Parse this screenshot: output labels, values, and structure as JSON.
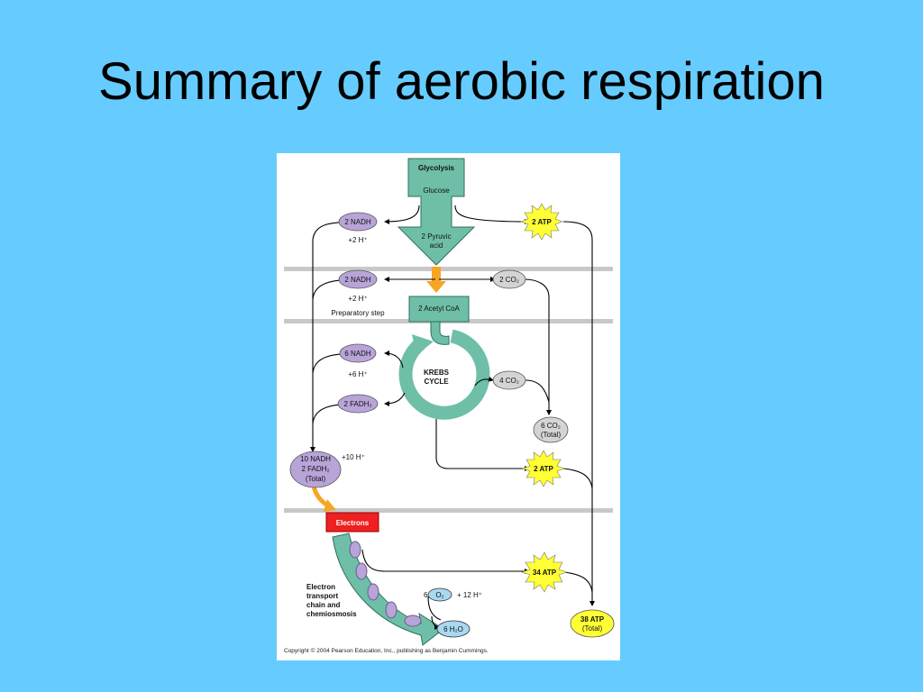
{
  "slide": {
    "title": "Summary of aerobic respiration"
  },
  "diagram": {
    "glycolysis": "Glycolysis",
    "glucose": "Glucose",
    "pyruvic_line1": "2 Pyruvic",
    "pyruvic_line2": "acid",
    "nadh_glycolysis": "2 NADH",
    "h_glycolysis": "+2 H⁺",
    "atp_glycolysis": "2 ATP",
    "nadh_prep": "2 NADH",
    "h_prep": "+2 H⁺",
    "prep_step": "Preparatory step",
    "co2_prep": "2 CO₂",
    "acetyl_coa": "2 Acetyl CoA",
    "nadh_krebs": "6 NADH",
    "h_krebs": "+6 H⁺",
    "fadh_krebs": "2 FADH₂",
    "krebs_line1": "KREBS",
    "krebs_line2": "CYCLE",
    "co2_krebs": "4 CO₂",
    "co2_total_line1": "6 CO₂",
    "co2_total_line2": "(Total)",
    "atp_krebs": "2 ATP",
    "total_line1": "10 NADH",
    "total_line2": "2 FADH₂",
    "total_line3": "(Total)",
    "h_total": "+10 H⁺",
    "electrons": "Electrons",
    "etc_line1": "Electron",
    "etc_line2": "transport",
    "etc_line3": "chain and",
    "etc_line4": "chemiosmosis",
    "atp_etc": "34 ATP",
    "o2_coef": "6",
    "o2": "O₂",
    "h_etc": "+ 12 H⁺",
    "water": "6 H₂O",
    "atp_total_line1": "38 ATP",
    "atp_total_line2": "(Total)",
    "copyright": "Copyright © 2004 Pearson Education, Inc., publishing as Benjamin Cummings."
  },
  "colors": {
    "background": "#66ccff",
    "pathway_green": "#6fbfa8",
    "carrier_purple": "#b8a4d8",
    "co2_gray": "#d4d4d4",
    "atp_yellow": "#ffff33",
    "electrons_red": "#ee2020",
    "electron_arrow_orange": "#f5a623"
  }
}
